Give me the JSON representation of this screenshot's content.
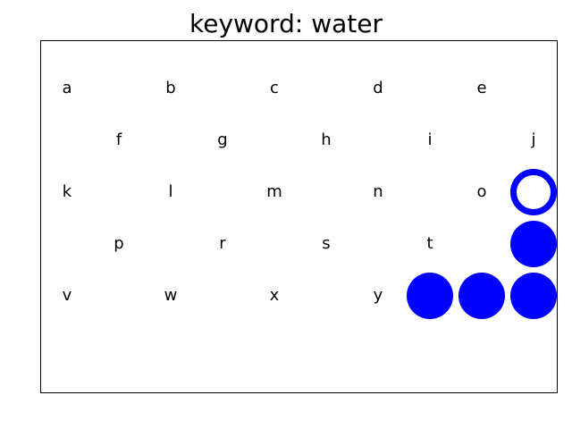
{
  "header": {
    "title": "keyword: water"
  },
  "keyboard": {
    "rows": [
      [
        "a",
        "b",
        "c",
        "d",
        "e"
      ],
      [
        "f",
        "g",
        "h",
        "i",
        "j"
      ],
      [
        "k",
        "l",
        "m",
        "n",
        "o"
      ],
      [
        "p",
        "r",
        "s",
        "t"
      ],
      [
        "v",
        "w",
        "x",
        "y"
      ]
    ]
  },
  "markers": [
    {
      "style": "outline",
      "color": "#0000ff"
    },
    {
      "style": "filled",
      "color": "#0000ff"
    },
    {
      "style": "filled",
      "color": "#0000ff"
    },
    {
      "style": "filled",
      "color": "#0000ff"
    },
    {
      "style": "filled",
      "color": "#0000ff"
    }
  ]
}
